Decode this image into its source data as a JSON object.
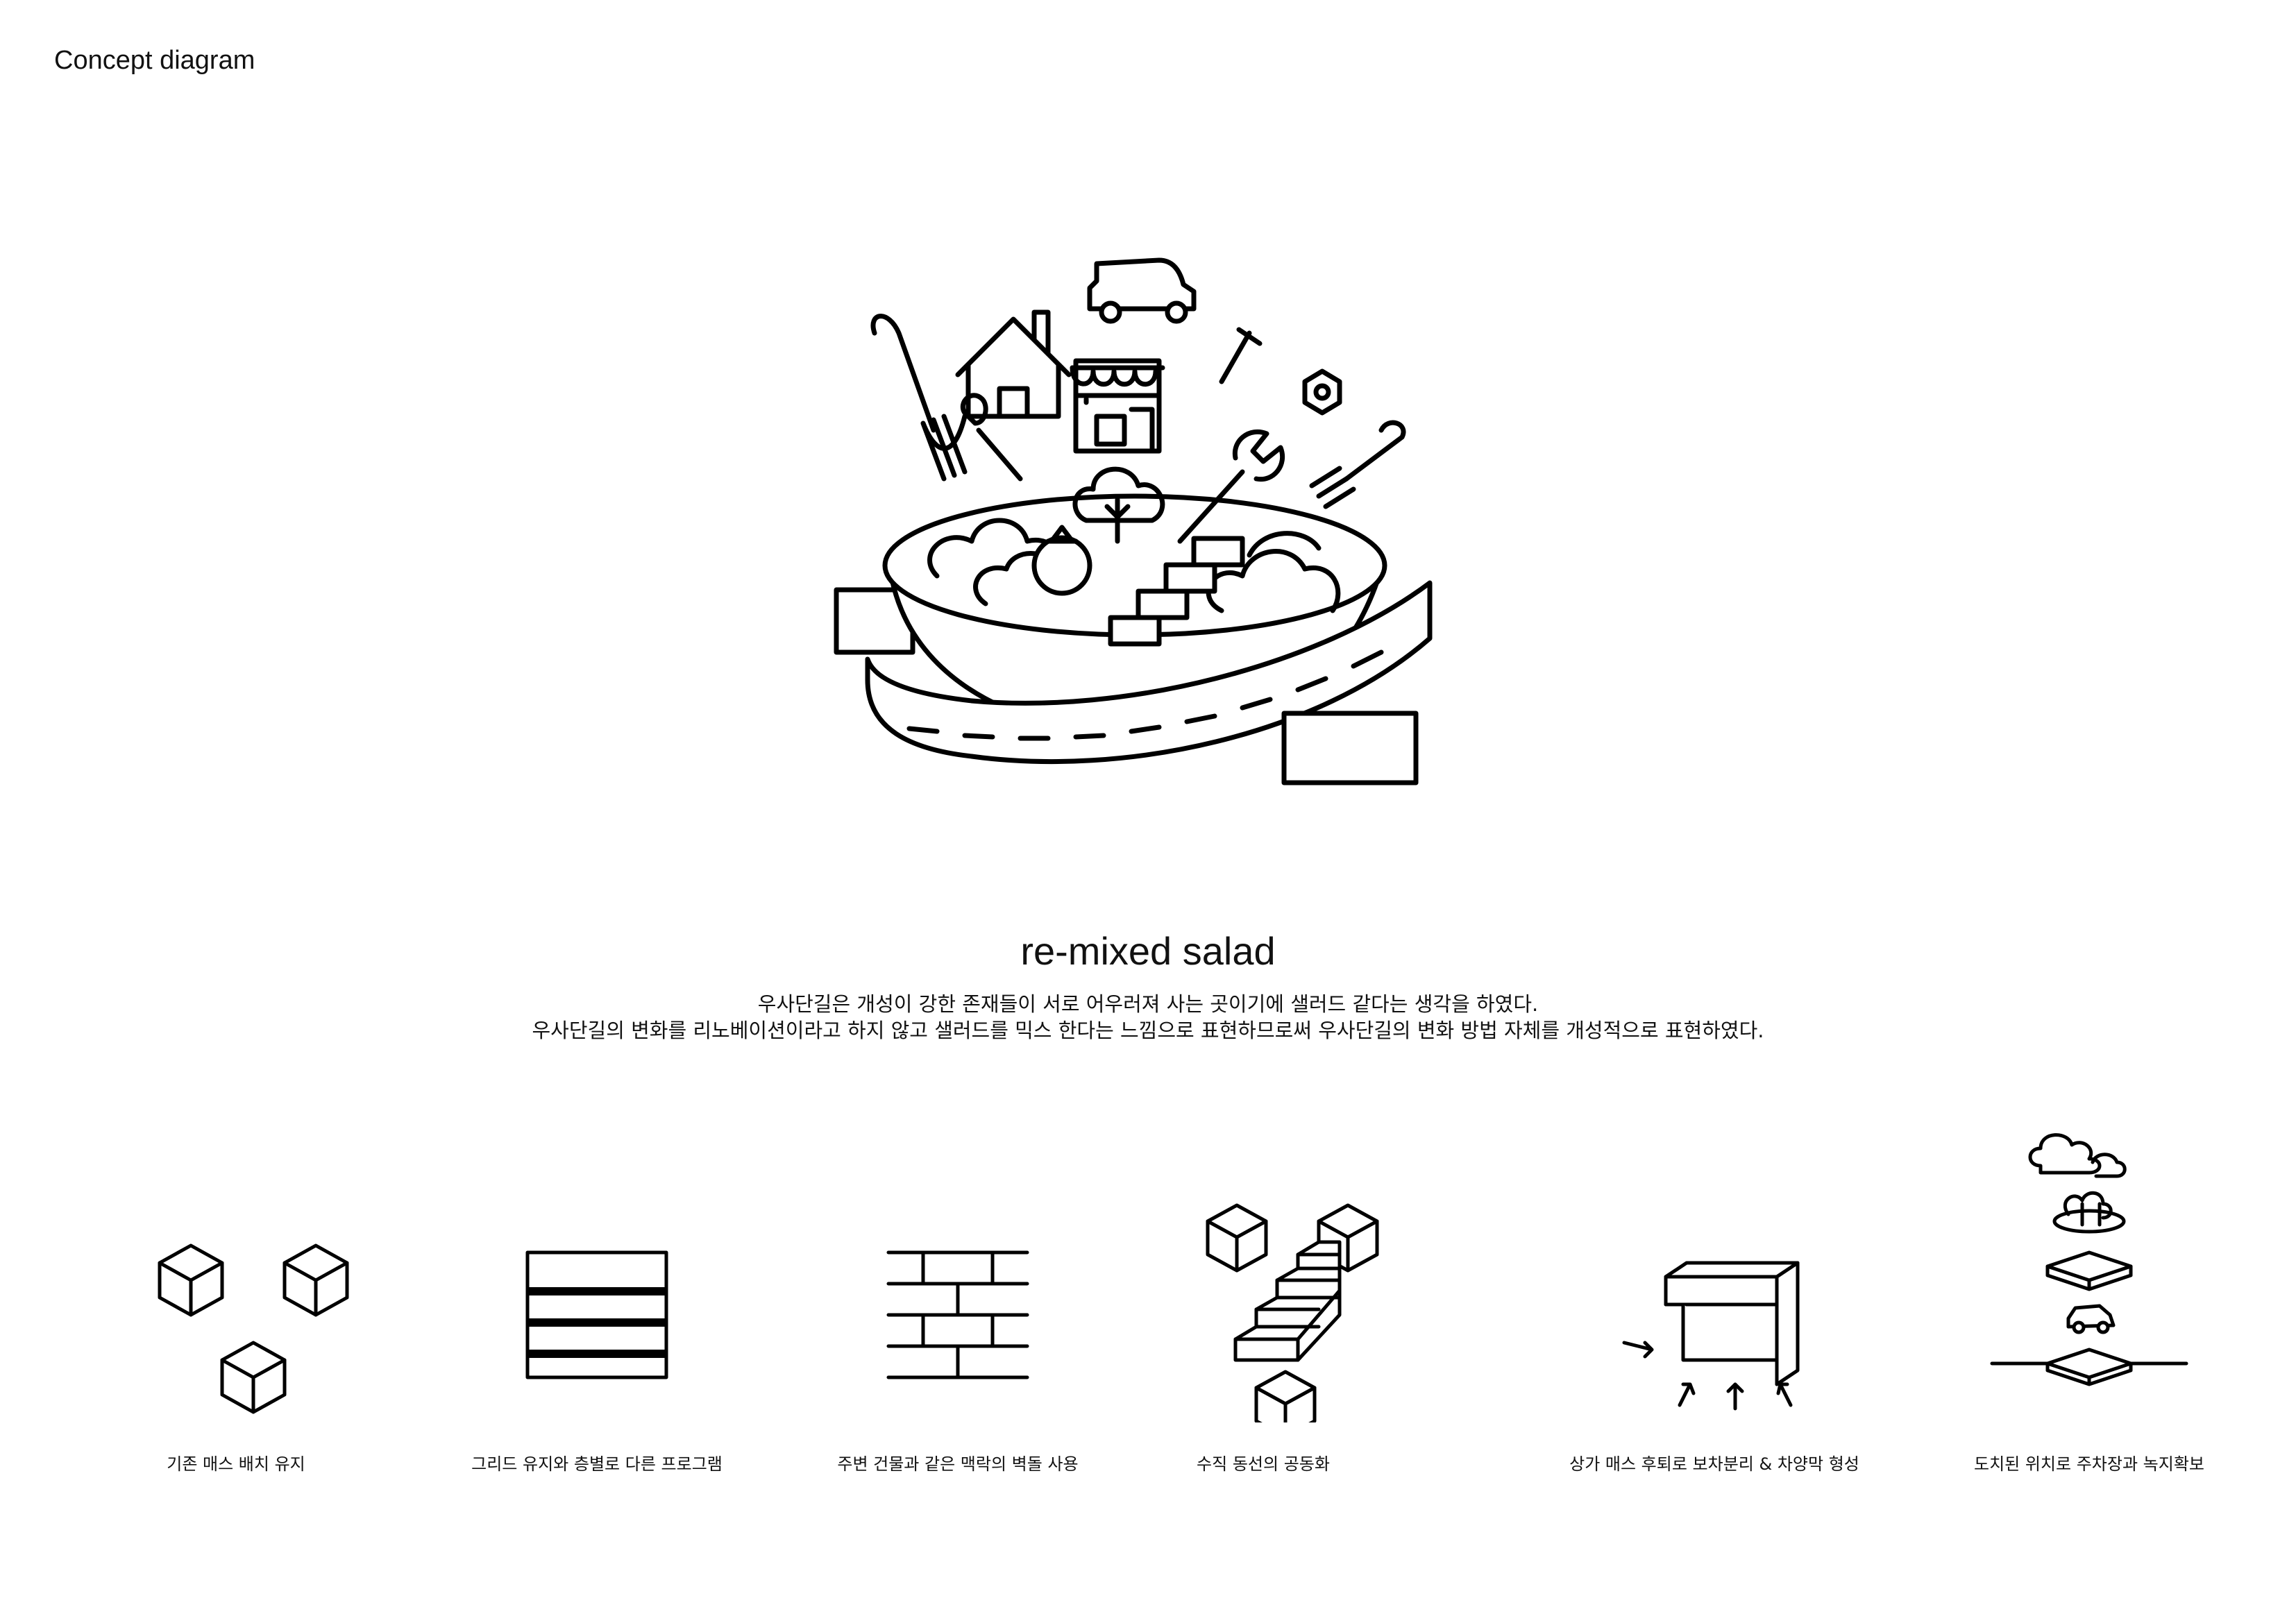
{
  "header": {
    "label": "Concept diagram"
  },
  "main": {
    "title": "re-mixed salad",
    "description": [
      "우사단길은 개성이 강한 존재들이 서로 어우러져 사는 곳이기에 샐러드 같다는 생각을 하였다.",
      "우사단길의 변화를 리노베이션이라고 하지 않고    샐러드를 믹스 한다는 느낌으로 표현하므로써 우사단길의 변화 방법 자체를 개성적으로 표현하였다."
    ]
  },
  "concepts": [
    {
      "caption": "기존 매스 배치 유지",
      "icon": "three-cubes-icon"
    },
    {
      "caption": "그리드 유지와 층별로 다른 프로그램",
      "icon": "stacked-layers-icon"
    },
    {
      "caption": "주변 건물과 같은 맥락의 벽돌 사용",
      "icon": "brick-wall-icon"
    },
    {
      "caption": "수직 동선의 공동화",
      "icon": "stairs-cubes-icon"
    },
    {
      "caption": "상가 매스 후퇴로 보차분리 & 차양막 형성",
      "icon": "setback-mass-icon"
    },
    {
      "caption": "도치된 위치로 주차장과 녹지확보",
      "icon": "inverted-layers-icon"
    }
  ],
  "hero": {
    "icon": "salad-bowl-icon"
  }
}
